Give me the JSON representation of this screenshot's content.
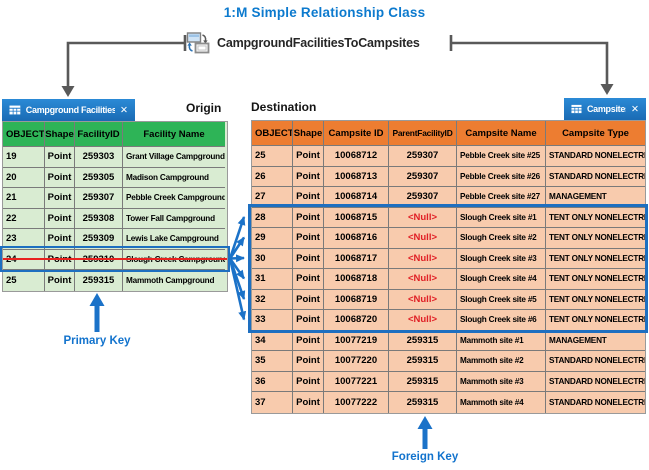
{
  "title": "1:M Simple Relationship Class",
  "relationship": {
    "name": "CampgroundFacilitiesToCampsites",
    "icon": "relationship-class-icon"
  },
  "labels": {
    "origin": "Origin",
    "destination": "Destination",
    "primary_key": "Primary Key",
    "foreign_key": "Foreign Key"
  },
  "origin_table": {
    "tab_title": "Campground Facilities",
    "close_glyph": "✕",
    "tab_icon": "table-icon",
    "columns": [
      "OBJECTID",
      "Shape",
      "FacilityID",
      "Facility Name"
    ],
    "rows": [
      [
        "19",
        "Point",
        "259303",
        "Grant Village Campground"
      ],
      [
        "20",
        "Point",
        "259305",
        "Madison Campground"
      ],
      [
        "21",
        "Point",
        "259307",
        "Pebble Creek Campground"
      ],
      [
        "22",
        "Point",
        "259308",
        "Tower Fall Campground"
      ],
      [
        "23",
        "Point",
        "259309",
        "Lewis Lake Campground"
      ],
      [
        "24",
        "Point",
        "259310",
        "Slough Creek Campground"
      ],
      [
        "25",
        "Point",
        "259315",
        "Mammoth Campground"
      ]
    ],
    "struck_row_objectid": "24"
  },
  "destination_table": {
    "tab_title": "Campsites",
    "close_glyph": "✕",
    "tab_icon": "table-icon",
    "columns": [
      "OBJECTID",
      "Shape",
      "Campsite ID",
      "ParentFacilityID",
      "Campsite Name",
      "Campsite Type"
    ],
    "rows": [
      [
        "25",
        "Point",
        "10068712",
        "259307",
        "Pebble Creek site #25",
        "STANDARD NONELECTRIC"
      ],
      [
        "26",
        "Point",
        "10068713",
        "259307",
        "Pebble Creek site #26",
        "STANDARD NONELECTRIC"
      ],
      [
        "27",
        "Point",
        "10068714",
        "259307",
        "Pebble Creek site #27",
        "MANAGEMENT"
      ],
      [
        "28",
        "Point",
        "10068715",
        "<Null>",
        "Slough Creek site #1",
        "TENT ONLY NONELECTRIC"
      ],
      [
        "29",
        "Point",
        "10068716",
        "<Null>",
        "Slough Creek site #2",
        "TENT ONLY NONELECTRIC"
      ],
      [
        "30",
        "Point",
        "10068717",
        "<Null>",
        "Slough Creek site #3",
        "TENT ONLY NONELECTRIC"
      ],
      [
        "31",
        "Point",
        "10068718",
        "<Null>",
        "Slough Creek site #4",
        "TENT ONLY NONELECTRIC"
      ],
      [
        "32",
        "Point",
        "10068719",
        "<Null>",
        "Slough Creek site #5",
        "TENT ONLY NONELECTRIC"
      ],
      [
        "33",
        "Point",
        "10068720",
        "<Null>",
        "Slough Creek site #6",
        "TENT ONLY NONELECTRIC"
      ],
      [
        "34",
        "Point",
        "10077219",
        "259315",
        "Mammoth site #1",
        "MANAGEMENT"
      ],
      [
        "35",
        "Point",
        "10077220",
        "259315",
        "Mammoth site #2",
        "STANDARD NONELECTRIC"
      ],
      [
        "36",
        "Point",
        "10077221",
        "259315",
        "Mammoth site #3",
        "STANDARD NONELECTRIC"
      ],
      [
        "37",
        "Point",
        "10077222",
        "259315",
        "Mammoth site #4",
        "STANDARD NONELECTRIC"
      ]
    ]
  },
  "colors": {
    "title_blue": "#0c7ace",
    "tab_blue": "#1d79ca",
    "header_green": "#2eb457",
    "row_green": "#d9ecd2",
    "header_orange": "#ed7d31",
    "row_orange": "#f8cbad",
    "accent_blue": "#1b72c8",
    "highlight_box_blue": "#1e6fc0",
    "alert_red": "#e8231f",
    "connector_gray": "#595959"
  }
}
